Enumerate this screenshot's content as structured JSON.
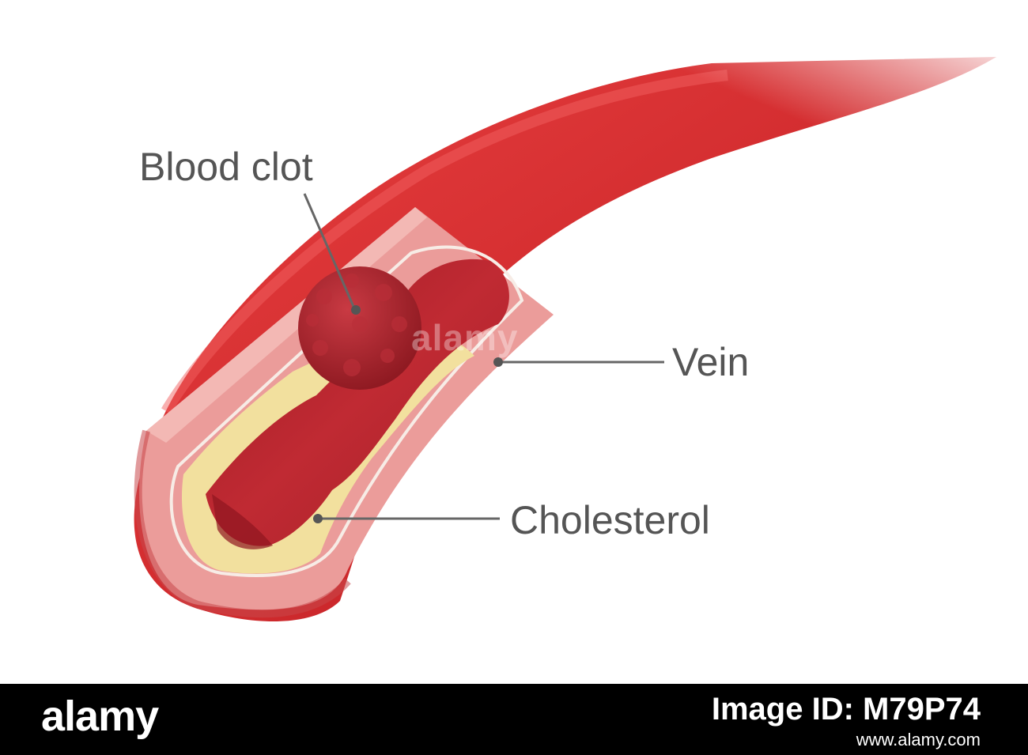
{
  "labels": {
    "blood_clot": "Blood clot",
    "vein": "Vein",
    "cholesterol": "Cholesterol"
  },
  "watermark": "alamy",
  "footer": {
    "brand": "alamy",
    "image_id_label": "Image ID: M79P74",
    "url": "www.alamy.com"
  },
  "colors": {
    "vessel_outer": "#d52b2b",
    "vessel_wall": "#ec9a9a",
    "lumen": "#b3232b",
    "cholesterol": "#f2e0a0",
    "clot": "#a8202a",
    "label_text": "#555555"
  }
}
